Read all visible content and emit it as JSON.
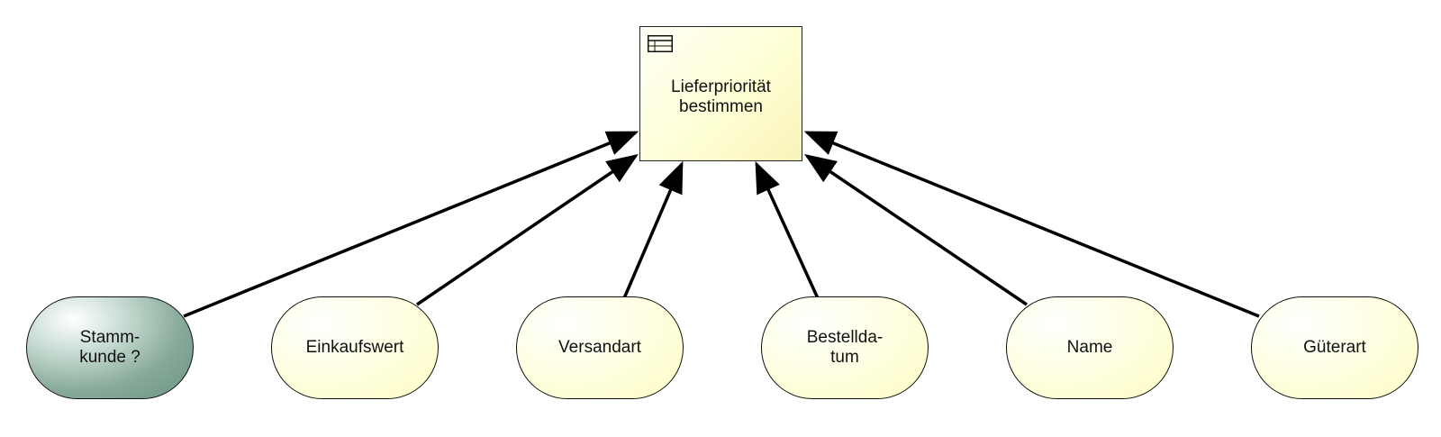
{
  "decision": {
    "label": "Lieferpriorität\nbestimmen",
    "icon": "table-icon",
    "fill_color": "#ffffd6"
  },
  "inputs": [
    {
      "label": "Stamm-\nkunde ?",
      "fill_color": "#7fa292"
    },
    {
      "label": "Einkaufswert",
      "fill_color": "#fefcc4"
    },
    {
      "label": "Versandart",
      "fill_color": "#fefcc4"
    },
    {
      "label": "Bestellda-\ntum",
      "fill_color": "#fefcc4"
    },
    {
      "label": "Name",
      "fill_color": "#fefcc4"
    },
    {
      "label": "Güterart",
      "fill_color": "#fefcc4"
    }
  ],
  "edge_color": "#000000"
}
